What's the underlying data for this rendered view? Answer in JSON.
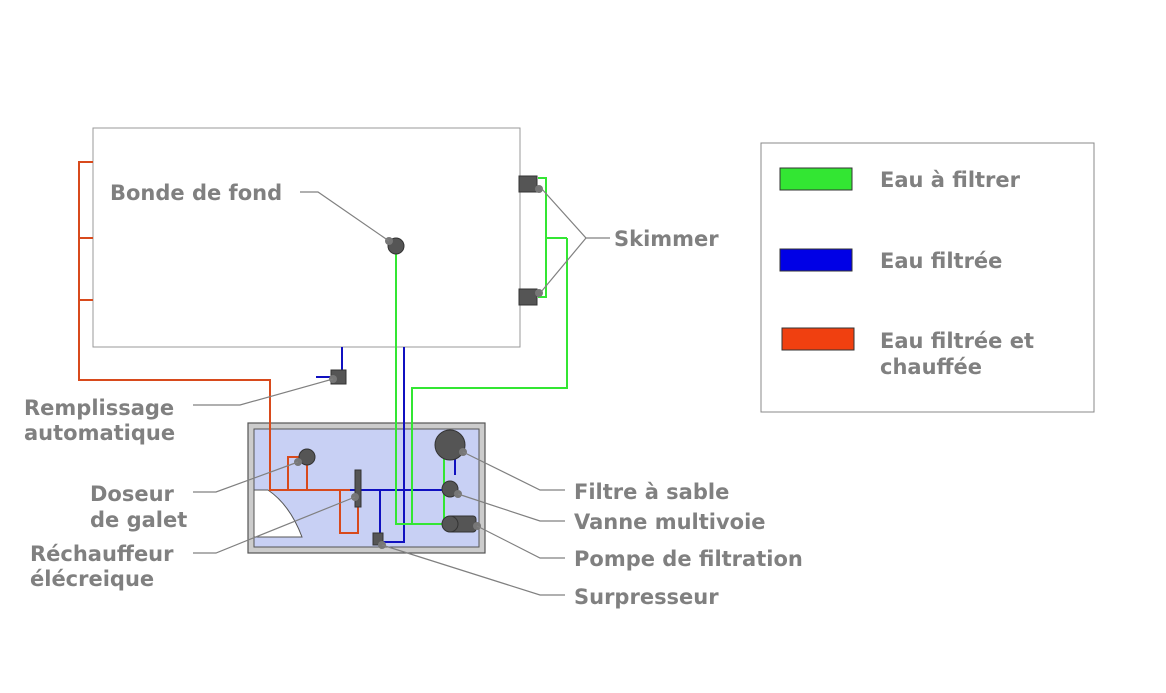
{
  "labels": {
    "bonde": "Bonde de fond",
    "skimmer": "Skimmer",
    "remplissage_1": "Remplissage",
    "remplissage_2": "automatique",
    "doseur_1": "Doseur",
    "doseur_2": "de galet",
    "rechauffeur_1": "Réchauffeur",
    "rechauffeur_2": "élécreique",
    "filtre": "Filtre à sable",
    "vanne": "Vanne multivoie",
    "pompe": "Pompe de filtration",
    "surpresseur": "Surpresseur"
  },
  "legend": [
    {
      "label_1": "Eau à filtrer",
      "label_2": "",
      "color": "#33e633"
    },
    {
      "label_1": "Eau filtrée",
      "label_2": "",
      "color": "#0000e6"
    },
    {
      "label_1": "Eau filtrée et",
      "label_2": "chauffée",
      "color": "#f04010"
    }
  ],
  "colors": {
    "green": "#33e633",
    "blue": "#1010c0",
    "orange": "#d84a1c",
    "room_fill": "#c8d0f4"
  }
}
